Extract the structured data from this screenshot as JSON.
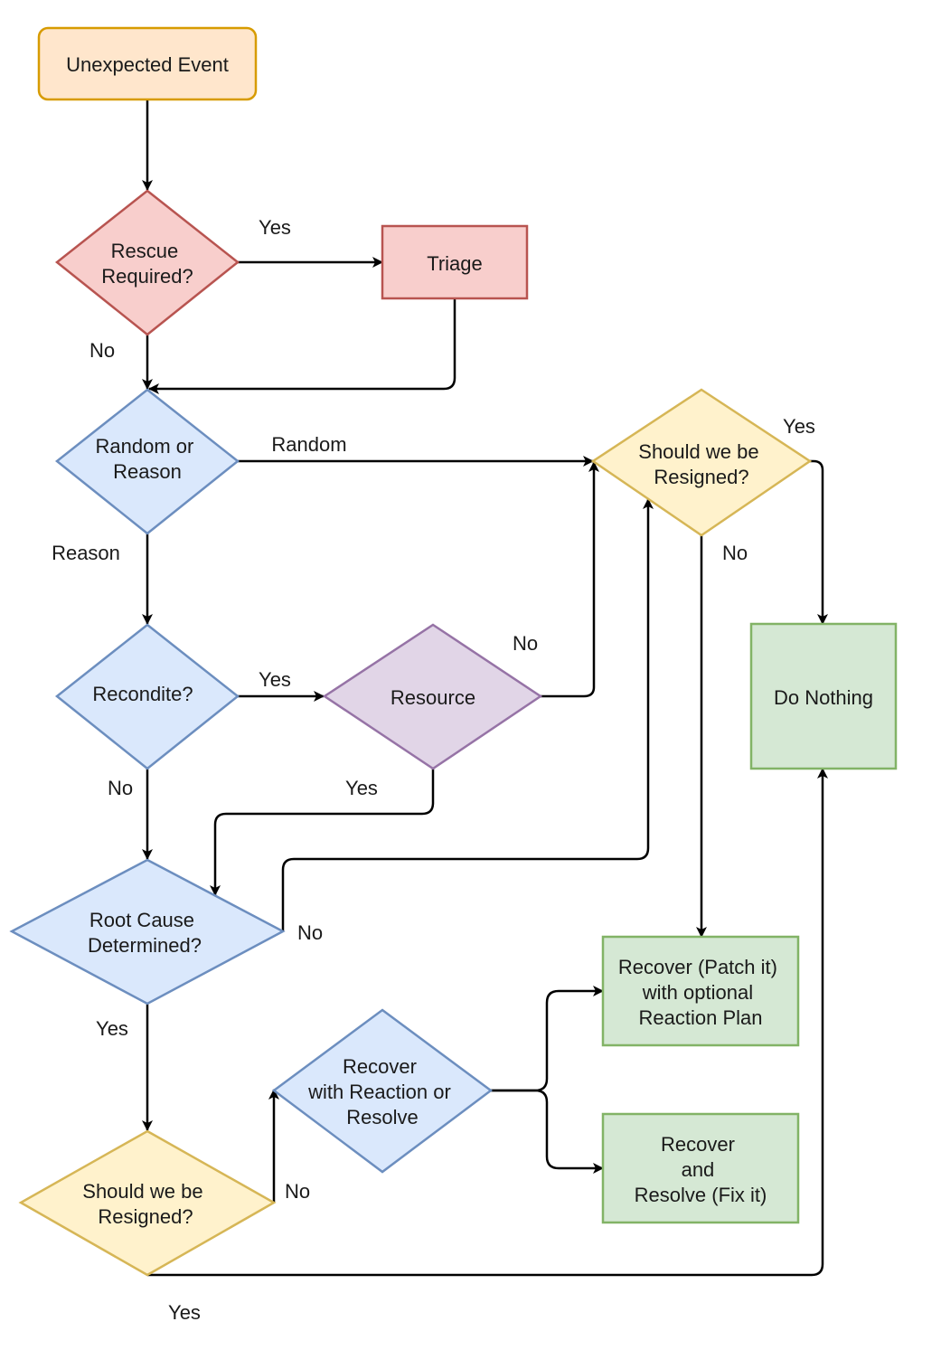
{
  "colors": {
    "orange_fill": "#ffe6cc",
    "orange_stroke": "#d79b00",
    "red_fill": "#f8cecc",
    "red_stroke": "#b85450",
    "blue_fill": "#dae8fc",
    "blue_stroke": "#6c8ebf",
    "purple_fill": "#e1d5e7",
    "purple_stroke": "#9673a6",
    "yellow_fill": "#fff2cc",
    "yellow_stroke": "#d6b656",
    "green_fill": "#d5e8d4",
    "green_stroke": "#82b366",
    "edge": "#000000"
  },
  "nodes": {
    "unexpected_event": {
      "lines": [
        "Unexpected Event"
      ]
    },
    "rescue_required": {
      "lines": [
        "Rescue",
        "Required?"
      ]
    },
    "triage": {
      "lines": [
        "Triage"
      ]
    },
    "random_or_reason": {
      "lines": [
        "Random or",
        "Reason"
      ]
    },
    "should_resign_top": {
      "lines": [
        "Should we be",
        "Resigned?"
      ]
    },
    "do_nothing": {
      "lines": [
        "Do Nothing"
      ]
    },
    "recondite": {
      "lines": [
        "Recondite?"
      ]
    },
    "resource": {
      "lines": [
        "Resource"
      ]
    },
    "root_cause": {
      "lines": [
        "Root Cause",
        "Determined?"
      ]
    },
    "recover_patch": {
      "lines": [
        "Recover (Patch it)",
        "with optional",
        "Reaction Plan"
      ]
    },
    "recover_choice": {
      "lines": [
        "Recover",
        "with Reaction or",
        "Resolve"
      ]
    },
    "recover_fix": {
      "lines": [
        "Recover",
        "and",
        "Resolve (Fix it)"
      ]
    },
    "should_resign_bottom": {
      "lines": [
        "Should we be",
        "Resigned?"
      ]
    }
  },
  "edge_labels": {
    "rescue_yes": "Yes",
    "rescue_no": "No",
    "random": "Random",
    "reason": "Reason",
    "resign_top_yes": "Yes",
    "resign_top_no": "No",
    "recondite_yes": "Yes",
    "recondite_no": "No",
    "resource_no": "No",
    "resource_yes": "Yes",
    "root_cause_no": "No",
    "root_cause_yes": "Yes",
    "resign_bottom_no": "No",
    "resign_bottom_yes": "Yes"
  }
}
